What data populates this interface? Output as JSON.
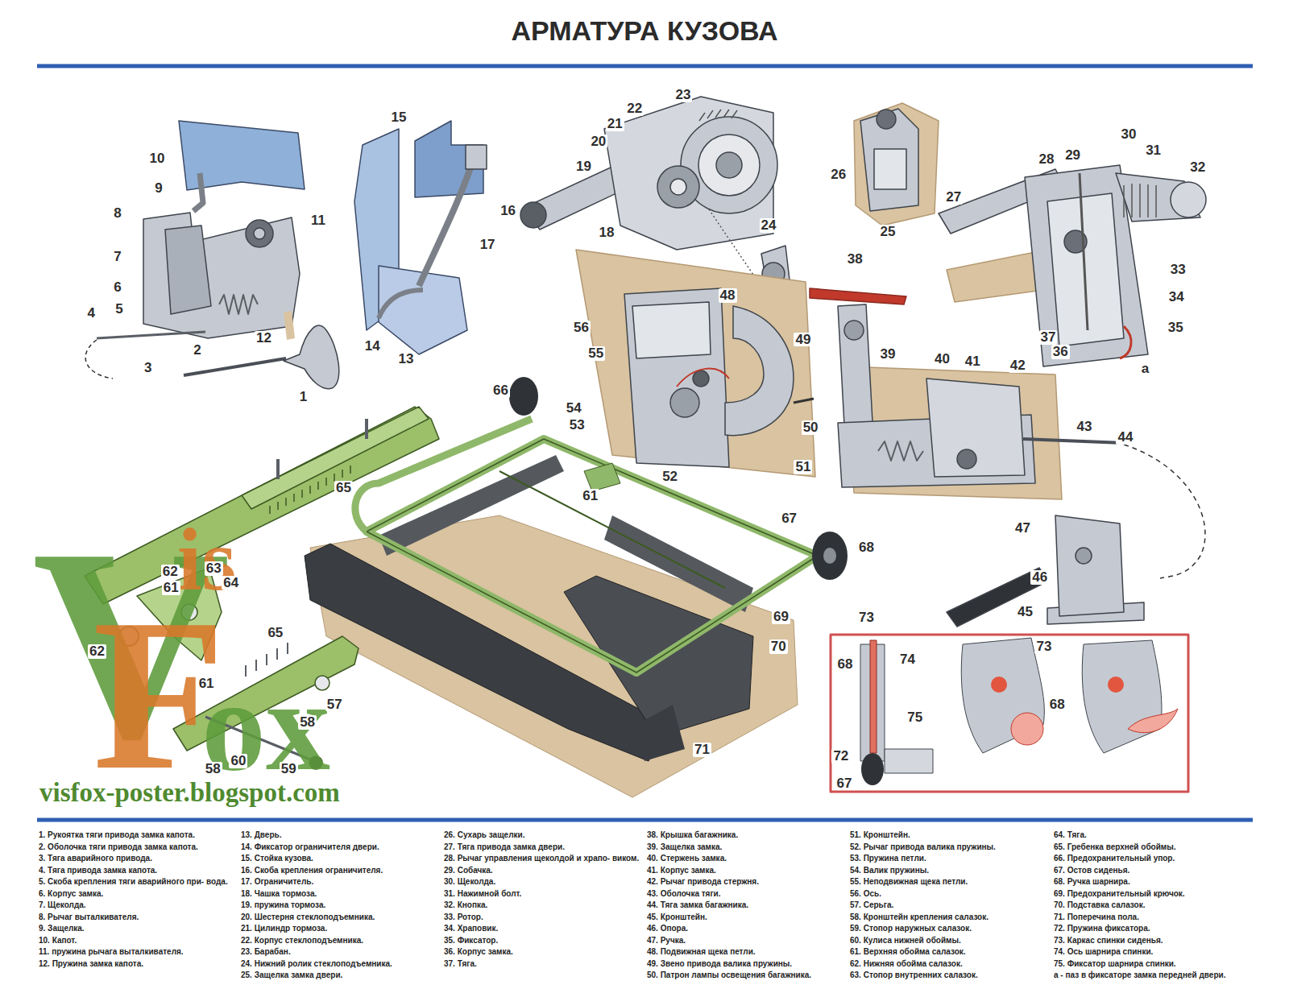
{
  "diagram": {
    "title": "АРМАТУРА КУЗОВА",
    "labels": [
      "1",
      "2",
      "3",
      "4",
      "5",
      "6",
      "7",
      "8",
      "9",
      "10",
      "11",
      "12",
      "13",
      "14",
      "15",
      "16",
      "17",
      "18",
      "19",
      "20",
      "21",
      "22",
      "23",
      "24",
      "25",
      "26",
      "27",
      "28",
      "29",
      "30",
      "31",
      "32",
      "33",
      "34",
      "35",
      "36",
      "37",
      "38",
      "39",
      "40",
      "41",
      "42",
      "43",
      "44",
      "45",
      "46",
      "47",
      "48",
      "49",
      "50",
      "51",
      "52",
      "53",
      "54",
      "55",
      "56",
      "57",
      "58",
      "59",
      "60",
      "61",
      "62",
      "63",
      "64",
      "65",
      "66",
      "67",
      "68",
      "69",
      "70",
      "71",
      "72",
      "73",
      "74",
      "75",
      "61",
      "62",
      "65",
      "61",
      "58",
      "68",
      "67",
      "73",
      "68",
      "а",
      "1. Рукоятка тяги привода замка капота.",
      "2. Оболочка тяги привода замка капота.",
      "3. Тяга аварийного привода.",
      "4. Тяга привода замка капота.",
      "5. Скоба крепления тяги аварийного при- вода.",
      "6. Корпус замка.",
      "7. Щеколда.",
      "8. Рычаг выталкивателя.",
      "9. Защелка.",
      "10. Капот.",
      "11. пружина рычага выталкивателя.",
      "12. Пружина замка капота.",
      "13. Дверь.",
      "14. Фиксатор ограничителя двери.",
      "15. Стойка кузова.",
      "16. Скоба крепления ограничителя.",
      "17. Ограничитель.",
      "18. Чашка тормоза.",
      "19. пружина тормоза.",
      "20. Шестерня стеклоподъемника.",
      "21. Цилиндр тормоза.",
      "22. Корпус стеклоподъемника.",
      "23. Барабан.",
      "24. Нижний ролик стеклоподъемника.",
      "25. Защелка замка двери.",
      "26. Сухарь защелки.",
      "27. Тяга привода замка двери.",
      "28. Рычаг управления щеколдой и храпо- виком.",
      "29. Собачка.",
      "30. Щеколда.",
      "31. Нажимной болт.",
      "32. Кнопка.",
      "33. Ротор.",
      "34. Храповик.",
      "35. Фиксатор.",
      "36. Корпус замка.",
      "37. Тяга.",
      "38. Крышка багажника.",
      "39. Защелка замка.",
      "40. Стержень замка.",
      "41. Корпус замка.",
      "42. Рычаг привода стержня.",
      "43. Оболочка тяги.",
      "44. Тяга замка багажника.",
      "45. Кронштейн.",
      "46. Опора.",
      "47. Ручка.",
      "48. Подвижная щека петли.",
      "49. Звено привода валика пружины.",
      "50. Патрон лампы освещения багажника.",
      "51. Кронштейн.",
      "52. Рычаг привода валика пружины.",
      "53. Пружина петли.",
      "54. Валик пружины.",
      "55. Неподвижная щека петли.",
      "56. Ось.",
      "57. Серьга.",
      "58. Кронштейн крепления салазок.",
      "59. Стопор наружных салазок.",
      "60. Кулиса нижней обоймы.",
      "61. Верхняя обойма салазок.",
      "62. Нижняя обойма салазок.",
      "63. Стопор внутренних салазок.",
      "64. Тяга.",
      "65. Гребенка верхней обоймы.",
      "66. Предохранительный упор.",
      "67. Остов сиденья.",
      "68. Ручка шарнира.",
      "69. Предохранительный крючок.",
      "70. Подставка салазок.",
      "71. Поперечина пола.",
      "72. Пружина фиксатора.",
      "73. Каркас спинки сиденья.",
      "74. Ось шарнира спинки.",
      "75. Фиксатор шарнира спинки.",
      "а - паз в фиксаторе замка передней двери.",
      "V",
      "is",
      "F",
      "ox",
      "visfox-poster.blogspot.com"
    ]
  }
}
